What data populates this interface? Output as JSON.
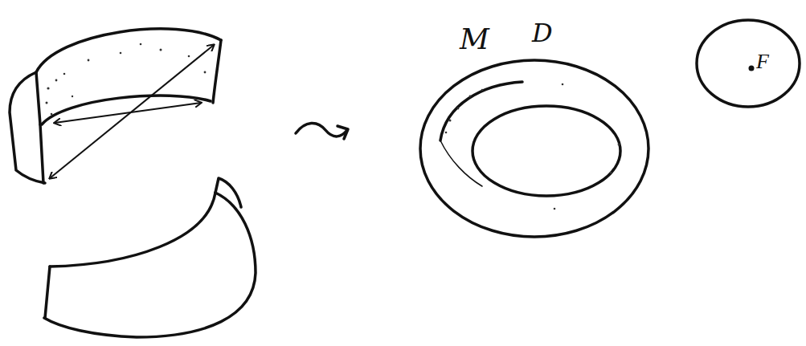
{
  "diagram": {
    "nodes": [
      {
        "text": [
          "F"
        ]
      }
    ],
    "labels": [
      "M",
      "D"
    ]
  }
}
